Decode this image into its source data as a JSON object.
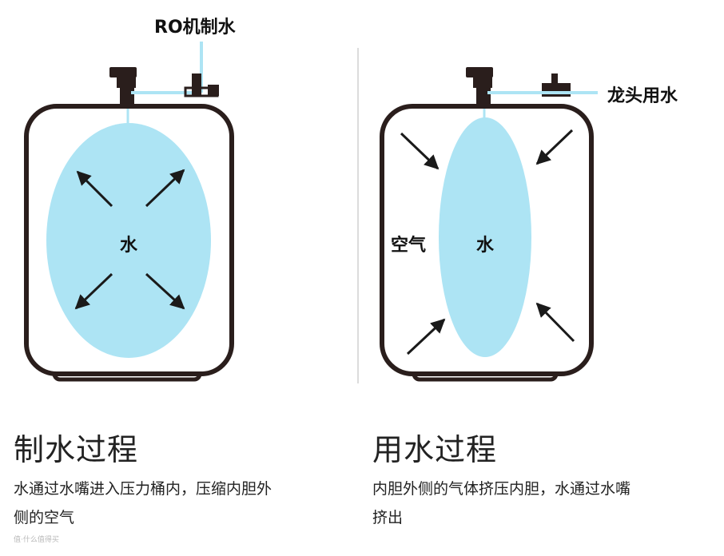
{
  "colors": {
    "outline": "#2a1e1c",
    "water_fill": "#ade4f4",
    "pipe": "#ade4f4",
    "divider": "#d0d0d0",
    "arrow": "#1a1a1a"
  },
  "left_panel": {
    "pipe_label": "RO机制水",
    "bladder_label": "水",
    "heading": "制水过程",
    "description_lines": [
      "水通过水嘴进入压力桶内，压缩内胆外",
      "侧的空气"
    ]
  },
  "right_panel": {
    "pipe_label": "龙头用水",
    "bladder_label": "水",
    "air_label": "空气",
    "heading": "用水过程",
    "description_lines": [
      "内胆外侧的气体挤压内胆，水通过水嘴",
      "挤出"
    ]
  },
  "watermark": "值·什么值得买"
}
